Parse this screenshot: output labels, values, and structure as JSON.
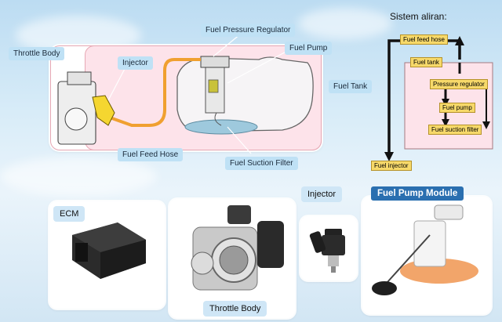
{
  "labels": {
    "throttle_body": "Throttle Body",
    "injector": "Injector",
    "fuel_pressure_regulator": "Fuel Pressure Regulator",
    "fuel_pump": "Fuel Pump",
    "fuel_tank": "Fuel Tank",
    "fuel_feed_hose": "Fuel Feed Hose",
    "fuel_suction_filter": "Fuel Suction Filter"
  },
  "flow": {
    "title": "Sistem aliran:",
    "items": {
      "fuel_feed_hose": "Fuel feed hose",
      "fuel_tank": "Fuel tank",
      "pressure_regulator": "Pressure regulator",
      "fuel_pump": "Fuel pump",
      "fuel_suction_filter": "Fuel suction filter",
      "fuel_injector": "Fuel injector"
    }
  },
  "photos": {
    "ecm": "ECM",
    "throttle_body": "Throttle Body",
    "injector": "Injector",
    "fuel_pump_module": "Fuel Pump Module"
  }
}
